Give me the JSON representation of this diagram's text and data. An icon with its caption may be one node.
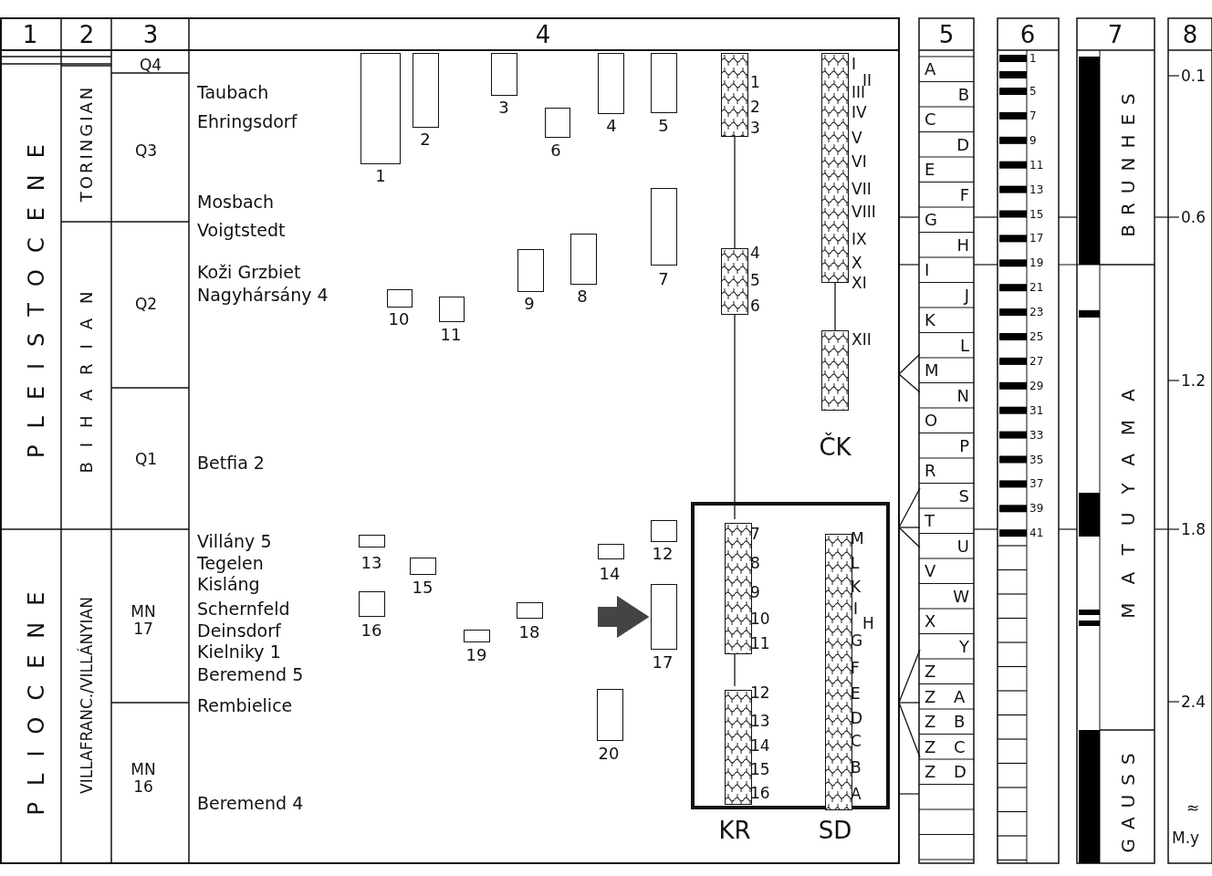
{
  "diagram": {
    "nodes": [
      {
        "text": [],
        "shape": "box",
        "beside": [
          "1"
        ]
      },
      {
        "text": [],
        "shape": "box",
        "beside": [
          "2"
        ]
      },
      {
        "text": [],
        "shape": "box",
        "beside": [
          "3"
        ]
      },
      {
        "text": [],
        "shape": "box",
        "beside": [
          "4"
        ]
      },
      {
        "text": [],
        "shape": "box",
        "beside": [
          "5"
        ]
      },
      {
        "text": [],
        "shape": "box",
        "beside": [
          "6"
        ]
      },
      {
        "text": [],
        "shape": "box",
        "beside": [
          "7"
        ]
      },
      {
        "text": [],
        "shape": "box",
        "beside": [
          "8"
        ]
      },
      {
        "text": [],
        "shape": "box",
        "beside": [
          "9"
        ]
      },
      {
        "text": [],
        "shape": "box",
        "beside": [
          "10"
        ]
      },
      {
        "text": [],
        "shape": "box",
        "beside": [
          "11"
        ]
      },
      {
        "text": [],
        "shape": "box",
        "beside": [
          "12"
        ]
      },
      {
        "text": [],
        "shape": "box",
        "beside": [
          "13"
        ]
      },
      {
        "text": [],
        "shape": "box",
        "beside": [
          "14"
        ]
      },
      {
        "text": [],
        "shape": "box",
        "beside": [
          "15"
        ]
      },
      {
        "text": [],
        "shape": "box",
        "beside": [
          "16"
        ]
      },
      {
        "text": [],
        "shape": "box",
        "beside": [
          "17"
        ]
      },
      {
        "text": [],
        "shape": "box",
        "beside": [
          "18"
        ]
      },
      {
        "text": [],
        "shape": "box",
        "beside": [
          "19"
        ]
      },
      {
        "text": [],
        "shape": "box",
        "beside": [
          "20"
        ]
      },
      {
        "text": [],
        "shape": "bar",
        "beside": [
          "1",
          "2",
          "3"
        ]
      },
      {
        "text": [],
        "shape": "bar",
        "beside": [
          "I",
          "II",
          "III",
          "IV",
          "V",
          "VI",
          "VII",
          "VIII",
          "IX",
          "X",
          "XI"
        ]
      },
      {
        "text": [],
        "shape": "bar",
        "beside": [
          "4",
          "5",
          "6"
        ]
      },
      {
        "text": [],
        "shape": "bar",
        "beside": [
          "XII"
        ]
      },
      {
        "text": [],
        "shape": "box"
      },
      {
        "text": [],
        "shape": "bar",
        "beside": [
          "7",
          "8",
          "9",
          "10",
          "11"
        ],
        "in": 24
      },
      {
        "text": [],
        "shape": "bar",
        "beside": [
          "12",
          "13",
          "14",
          "15",
          "16"
        ],
        "in": 24
      },
      {
        "text": [],
        "shape": "bar",
        "beside": [
          "M",
          "L",
          "K",
          "I",
          "H",
          "G",
          "F",
          "E",
          "D",
          "C",
          "B",
          "A"
        ],
        "in": 24
      }
    ],
    "edges": [
      {
        "from": 20,
        "to": 22,
        "arrow": "none"
      },
      {
        "from": 22,
        "to": 25,
        "arrow": "none"
      },
      {
        "from": 25,
        "to": 26,
        "arrow": "none"
      },
      {
        "from": 21,
        "to": 23,
        "arrow": "none"
      },
      {
        "from": null,
        "to": 16,
        "arrow": "to",
        "style": "thick",
        "color": "#444444"
      }
    ],
    "labels": [
      "1",
      "2",
      "3",
      "4",
      "5",
      "6",
      "7",
      "8",
      "PLEISTOCENE",
      "PLIOCENE",
      "TORINGIAN",
      "BIHARIAN",
      "VILLAFRANC./VILLÁNYIAN",
      "Q4",
      "Q3",
      "Q2",
      "Q1",
      "MN 17",
      "MN 16",
      "Taubach",
      "Ehringsdorf",
      "Mosbach",
      "Voigtstedt",
      "Koži Grzbiet",
      "Nagyhársány 4",
      "Betfia 2",
      "Villány 5",
      "Tegelen",
      "Kisláng",
      "Schernfeld",
      "Deinsdorf",
      "Kielniky 1",
      "Beremend 5",
      "Rembielice",
      "Beremend 4",
      "KR",
      "ČK",
      "SD",
      "A",
      "B",
      "C",
      "D",
      "E",
      "F",
      "G",
      "H",
      "I",
      "J",
      "K",
      "L",
      "M",
      "N",
      "O",
      "P",
      "R",
      "S",
      "T",
      "U",
      "V",
      "W",
      "X",
      "Y",
      "Z",
      "Z A",
      "Z B",
      "Z C",
      "Z D",
      "1",
      "5",
      "7",
      "9",
      "11",
      "13",
      "15",
      "17",
      "19",
      "21",
      "23",
      "25",
      "27",
      "29",
      "31",
      "33",
      "35",
      "37",
      "39",
      "41",
      "BRUNHES",
      "MATUYAMA",
      "GAUSS",
      "0.1",
      "0.6",
      "1.2",
      "1.8",
      "2.4",
      "≈",
      "M.y"
    ]
  }
}
